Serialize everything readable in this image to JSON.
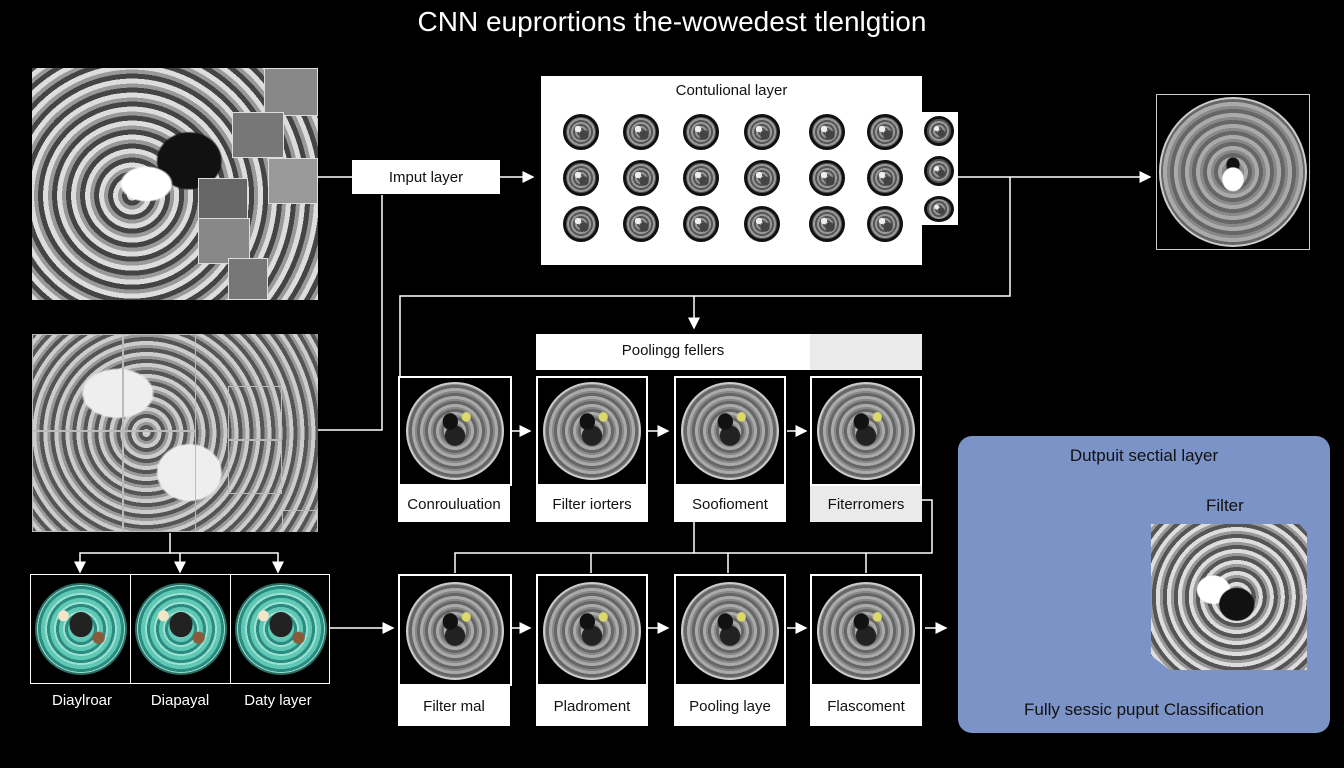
{
  "title": "CNN euprortions the-wowedest tlenlgtion",
  "input_layer": {
    "label": "Imput layer"
  },
  "conv_layer": {
    "label": "Contulional layer"
  },
  "pooling": {
    "header": "Poolingg fellers",
    "row1": [
      "Conrouluation",
      "Filter iorters",
      "Soofioment",
      "Fiterromers"
    ],
    "row2": [
      "Filter mal",
      "Pladroment",
      "Pooling laye",
      "Flascoment"
    ]
  },
  "data_layers": [
    "Diaylroar",
    "Diapayal",
    "Daty layer"
  ],
  "output": {
    "title": "Dutpuit sectial layer",
    "filter": "Filter",
    "classification": "Fully sessic puput Classification"
  },
  "colors": {
    "background": "#000000",
    "output_panel": "#7b93c7",
    "teal_scan": "#5fc9b5"
  }
}
